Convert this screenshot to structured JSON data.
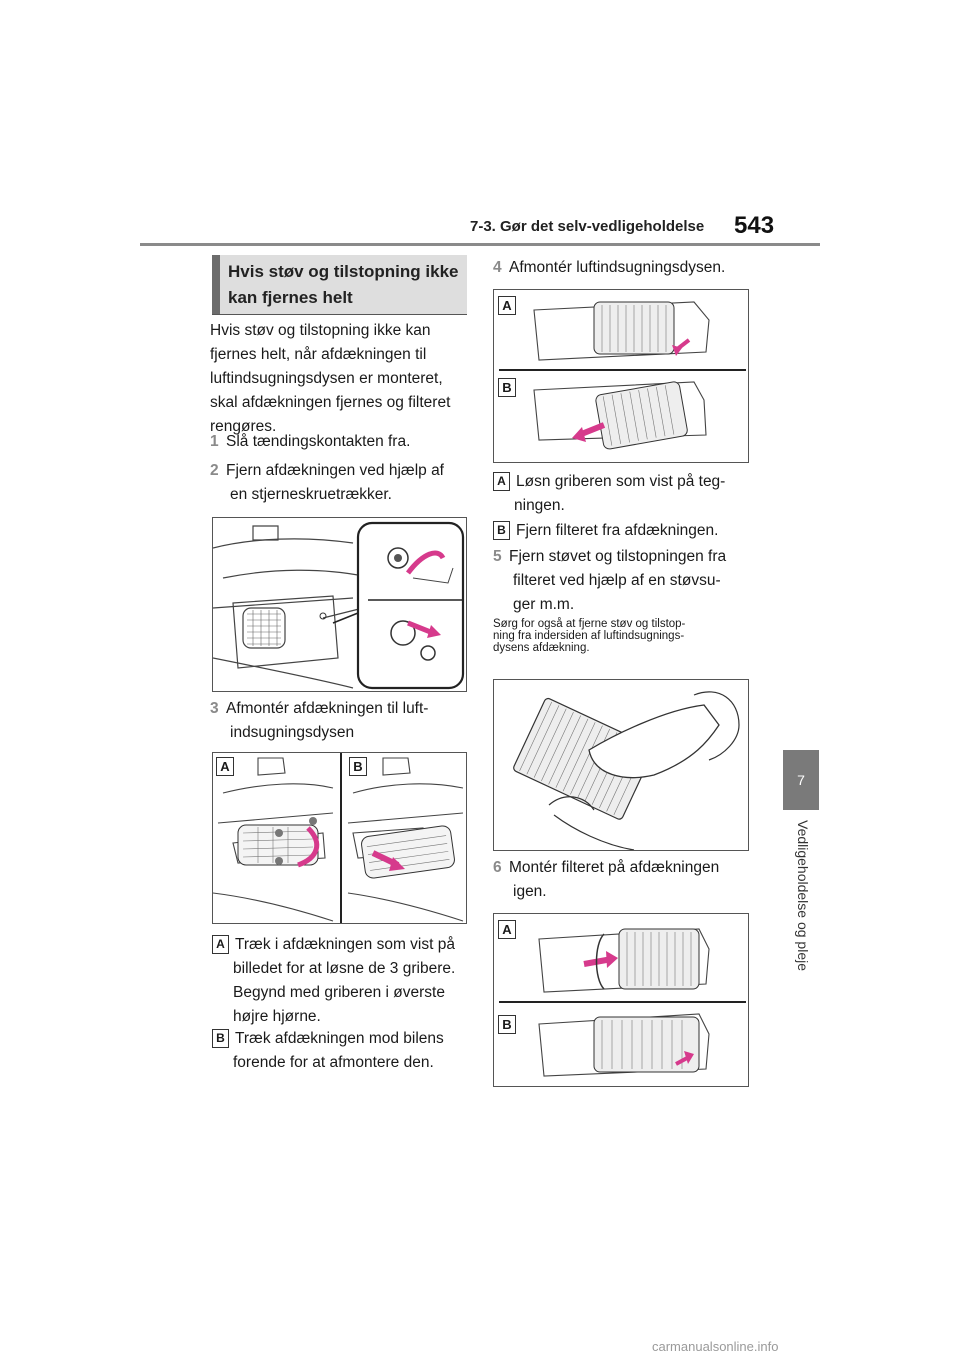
{
  "header": {
    "section": "7-3. Gør det selv-vedligeholdelse",
    "page_number": "543"
  },
  "side_tab": {
    "number": "7",
    "label": "Vedligeholdelse og pleje"
  },
  "section_title": {
    "line1": "Hvis støv og tilstopning ikke",
    "line2": "kan fjernes helt"
  },
  "intro": {
    "l1": "Hvis støv og tilstopning ikke kan",
    "l2": "fjernes helt, når afdækningen til",
    "l3": "luftindsugningsdysen er monteret,",
    "l4": "skal afdækningen fjernes og filteret",
    "l5": "rengøres."
  },
  "steps": {
    "s1_num": "1",
    "s1_text": "Slå tændingskontakten fra.",
    "s2_num": "2",
    "s2_l1": "Fjern afdækningen ved hjælp af",
    "s2_l2": "en stjerneskruetrækker.",
    "s3_num": "3",
    "s3_l1": "Afmontér afdækningen til luft-",
    "s3_l2": "indsugningsdysen",
    "s4_num": "4",
    "s4_text": "Afmontér luftindsugningsdysen.",
    "s5_num": "5",
    "s5_l1": "Fjern støvet og tilstopningen fra",
    "s5_l2": "filteret ved hjælp af en støvsu-",
    "s5_l3": "ger m.m.",
    "s6_num": "6",
    "s6_l1": "Montér filteret på afdækningen",
    "s6_l2": "igen."
  },
  "labels": {
    "a": "A",
    "b": "B"
  },
  "step3_notes": {
    "a_l1": "Træk i afdækningen som vist på",
    "a_l2": "billedet for at løsne de 3 gribere.",
    "a_l3": "Begynd med griberen i øverste",
    "a_l4": "højre hjørne.",
    "b_l1": "Træk afdækningen mod bilens",
    "b_l2": "forende for at afmontere den."
  },
  "step4_notes": {
    "a_l1": "Løsn griberen som vist på teg-",
    "a_l2": "ningen.",
    "b_l1": "Fjern filteret fra afdækningen."
  },
  "small_note": {
    "l1": "Sørg for også at fjerne støv og tilstop-",
    "l2": "ning fra indersiden af luftindsugnings-",
    "l3": "dysens afdækning."
  },
  "watermark": "carmanualsonline.info",
  "colors": {
    "step_number": "#8a8a8a",
    "side_tab": "#7a7a7a",
    "title_bg": "#dedede",
    "arrow": "#d63a8c"
  }
}
